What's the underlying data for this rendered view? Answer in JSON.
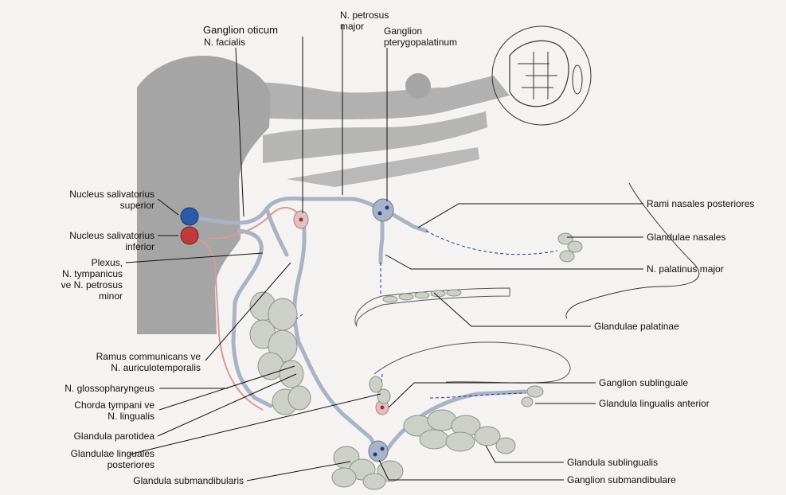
{
  "labels": {
    "ganglion_oticum": "Ganglion oticum",
    "n_facialis": "N. facialis",
    "n_petrosus_major_1": "N. petrosus",
    "n_petrosus_major_2": "major",
    "ganglion_ptery_1": "Ganglion",
    "ganglion_ptery_2": "pterygopalatinum",
    "nsal_sup_1": "Nucleus salivatorius",
    "nsal_sup_2": "superior",
    "nsal_inf_1": "Nucleus salivatorius",
    "nsal_inf_2": "inferior",
    "plexus_1": "Plexus,",
    "plexus_2": "N. tympanicus",
    "plexus_3": "ve N. petrosus",
    "plexus_4": "minor",
    "ramus_1": "Ramus communicans ve",
    "ramus_2": "N. auriculotemporalis",
    "n_glosso": "N. glossopharyngeus",
    "chorda_1": "Chorda tympani ve",
    "chorda_2": "N. lingualis",
    "gl_parotidea": "Glandula parotidea",
    "gl_ling_post_1": "Glandulae linguales",
    "gl_ling_post_2": "posteriores",
    "gl_submand": "Glandula submandibularis",
    "rami_nasales": "Rami nasales posteriores",
    "gl_nasales": "Glandulae nasales",
    "n_palatinus": "N. palatinus major",
    "gl_palatinae": "Glandulae palatinae",
    "gang_subling": "Ganglion sublinguale",
    "gl_ling_ant": "Glandula lingualis anterior",
    "gl_sublingualis": "Glandula sublingualis",
    "gang_submand": "Ganglion submandibulare"
  },
  "colors": {
    "brain": "#9a9a9a",
    "nerve": "#a9b3c6",
    "nucleus_superior": "#2d5aa8",
    "nucleus_inferior": "#c0393b",
    "gland": "#c8ccc4",
    "background": "#f4f3f1"
  }
}
